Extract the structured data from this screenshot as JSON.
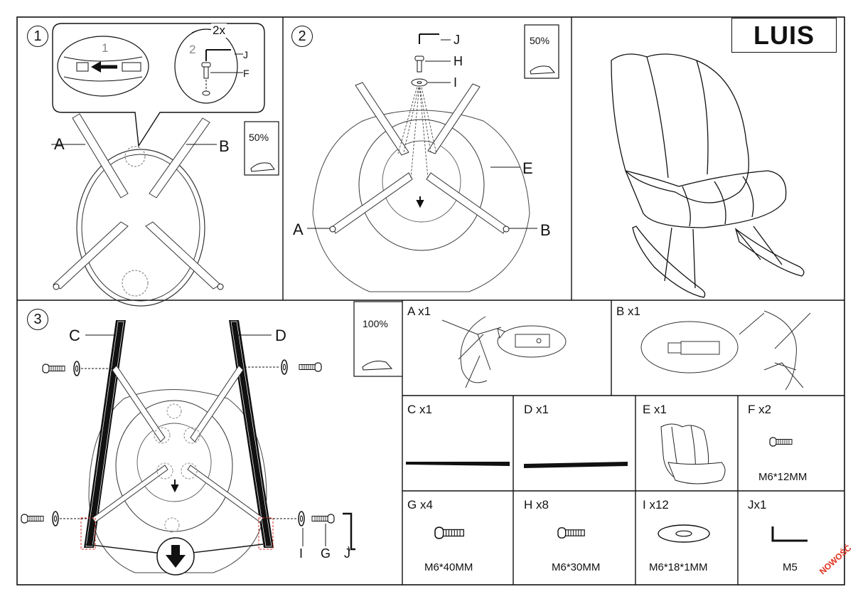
{
  "title": "LUIS",
  "steps": {
    "step1": {
      "number": "1",
      "label_a": "A",
      "label_b": "B",
      "detail_1": "1",
      "detail_2": "2",
      "detail_2x": "2x",
      "detail_j": "J",
      "detail_f": "F",
      "tighten": "50%"
    },
    "step2": {
      "number": "2",
      "label_j": "J",
      "label_h": "H",
      "label_i": "I",
      "label_e": "E",
      "label_a": "A",
      "label_b": "B",
      "tighten": "50%"
    },
    "step3": {
      "number": "3",
      "label_c": "C",
      "label_d": "D",
      "label_i": "I",
      "label_g": "G",
      "label_j": "J",
      "tighten": "100%"
    }
  },
  "parts": [
    {
      "id": "A",
      "title": "A x1",
      "size": ""
    },
    {
      "id": "B",
      "title": "B x1",
      "size": ""
    },
    {
      "id": "C",
      "title": "C x1",
      "size": ""
    },
    {
      "id": "D",
      "title": "D x1",
      "size": ""
    },
    {
      "id": "E",
      "title": "E x1",
      "size": ""
    },
    {
      "id": "F",
      "title": "F x2",
      "size": "M6*12MM"
    },
    {
      "id": "G",
      "title": "G x4",
      "size": "M6*40MM"
    },
    {
      "id": "H",
      "title": "H x8",
      "size": "M6*30MM"
    },
    {
      "id": "I",
      "title": "I x12",
      "size": "M6*18*1MM"
    },
    {
      "id": "J",
      "title": "Jx1",
      "size": "M5"
    }
  ],
  "badge": "NOWOŚĆ",
  "icons": {
    "tighten": "hand-wrench-rotate-icon",
    "arrow": "down-arrow-icon",
    "bolt": "bolt-icon",
    "washer": "washer-icon",
    "allen_key": "allen-key-icon"
  }
}
